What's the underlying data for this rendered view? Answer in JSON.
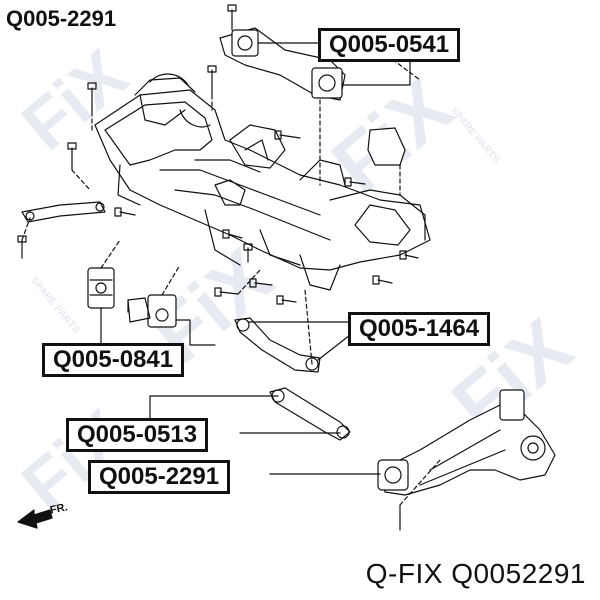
{
  "title_code": "Q005-2291",
  "footer": {
    "brand": "Q-FIX",
    "part_number": "Q0052291"
  },
  "direction_label": "FR.",
  "watermark": {
    "logo": "FiX",
    "tagline": "SPARE PARTS"
  },
  "part_labels": [
    {
      "id": "q005-0541",
      "text": "Q005-0541"
    },
    {
      "id": "q005-0841",
      "text": "Q005-0841"
    },
    {
      "id": "q005-1464",
      "text": "Q005-1464"
    },
    {
      "id": "q005-0513",
      "text": "Q005-0513"
    },
    {
      "id": "q005-2291",
      "text": "Q005-2291"
    }
  ],
  "colors": {
    "ink": "#111111",
    "background": "#ffffff",
    "watermark": "#aab4c8"
  }
}
